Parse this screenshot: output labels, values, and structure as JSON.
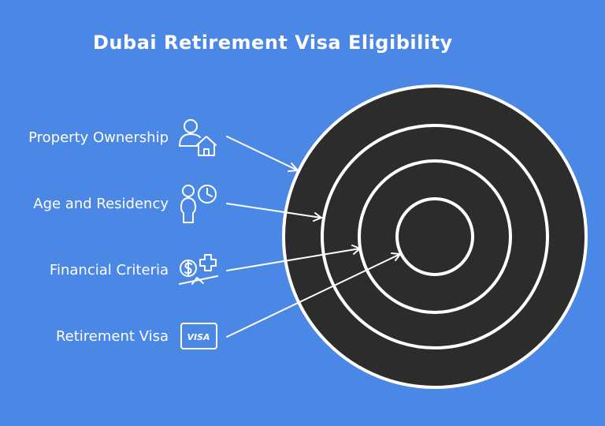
{
  "title": "Dubai Retirement Visa Eligibility",
  "colors": {
    "background": "#4b87e5",
    "target_fill": "#2c2c2c",
    "stroke": "#ffffff"
  },
  "layers": [
    {
      "label": "Property Ownership",
      "icon": "person-house-icon"
    },
    {
      "label": "Age and Residency",
      "icon": "person-clock-icon"
    },
    {
      "label": "Financial Criteria",
      "icon": "money-balance-icon"
    },
    {
      "label": "Retirement Visa",
      "icon": "visa-card-icon",
      "icon_text": "VISA"
    }
  ]
}
